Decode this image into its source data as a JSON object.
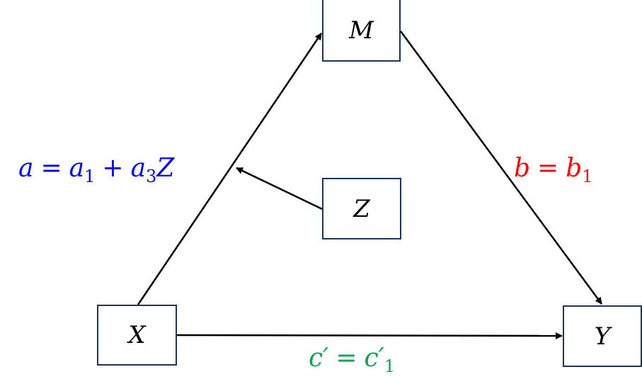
{
  "diagram": {
    "type": "moderated-mediation",
    "nodes": {
      "M": {
        "label": "M"
      },
      "Z": {
        "label": "Z"
      },
      "X": {
        "label": "X"
      },
      "Y": {
        "label": "Y"
      }
    },
    "edges": [
      {
        "from": "X",
        "to": "M",
        "label": "a = a1 + a3Z"
      },
      {
        "from": "M",
        "to": "Y",
        "label": "b = b1"
      },
      {
        "from": "X",
        "to": "Y",
        "label": "c' = c'1"
      },
      {
        "from": "Z",
        "to": "X->M",
        "label": ""
      }
    ],
    "labels": {
      "a": {
        "lhs": "a",
        "eq": "=",
        "t1": "a",
        "t1_sub": "1",
        "plus": "+",
        "t2": "a",
        "t2_sub": "3",
        "t2_var": "Z",
        "color": "#0000ff"
      },
      "b": {
        "lhs": "b",
        "eq": "=",
        "t1": "b",
        "t1_sub": "1",
        "color": "#ff0000"
      },
      "c": {
        "lhs": "c′",
        "eq": "=",
        "t1": "c′",
        "t1_sub": "1",
        "color": "#00a651"
      }
    },
    "colors": {
      "box_border": "#1f3557",
      "arrow": "#000000"
    }
  }
}
